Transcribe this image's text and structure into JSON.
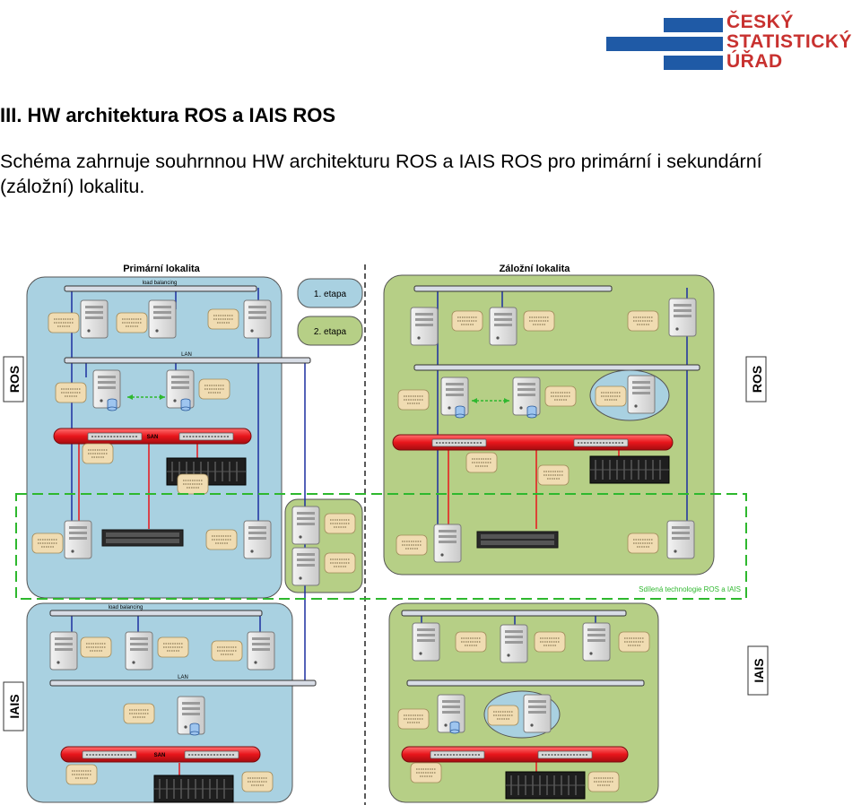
{
  "logo": {
    "line1": "ČESKÝ",
    "line2": "STATISTICKÝ",
    "line3": "ÚŘAD",
    "bar_color": "#1f5aa6",
    "text_color": "#c8312f"
  },
  "heading": "III. HW architektura ROS a IAIS ROS",
  "intro": "Schéma zahrnuje souhrnnou HW architekturu ROS a IAIS ROS pro primární i sekundární (záložní) lokalitu.",
  "diagram": {
    "primary_title": "Primární lokalita",
    "backup_title": "Záložní lokalita",
    "legend": {
      "stage1": "1. etapa",
      "stage2": "2. etapa",
      "stage1_color": "#a9d1e1",
      "stage2_color": "#b6cf86"
    },
    "labels": {
      "ros_left": "ROS",
      "ros_right": "ROS",
      "iais_left": "IAIS",
      "iais_right": "IAIS"
    },
    "bus_labels": {
      "load_balancing": "load balancing",
      "lan": "LAN",
      "san": "SAN"
    },
    "shared_caption": "Sdílená technologie ROS a IAIS",
    "colors": {
      "blue_zone": "#a9d1e1",
      "green_zone": "#b6cf86",
      "san": "#e8151b",
      "shared_border": "#2eb82e",
      "uplink": "#1c2fa0",
      "san_link": "#e8151b"
    }
  }
}
